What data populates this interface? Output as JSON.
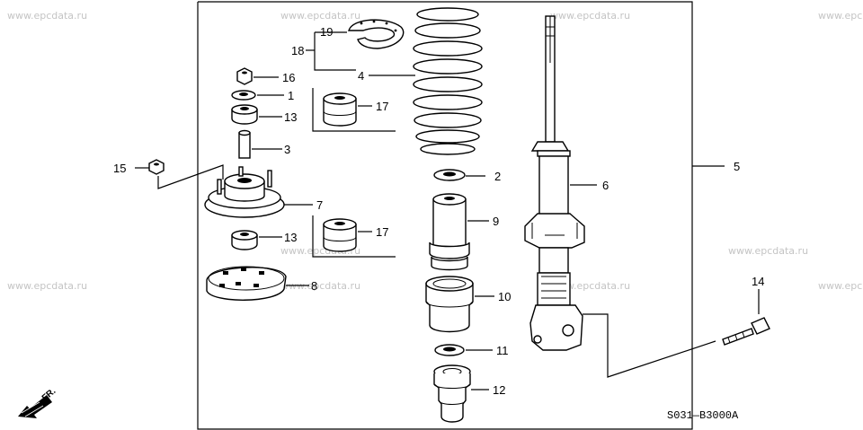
{
  "watermarks": [
    "www.epcdata.ru",
    "www.epcdata.ru",
    "www.epc",
    "www.epcdata.ru",
    "www.epcdata.ru",
    "www.epcdata.ru",
    "www.epcdata.ru",
    "www.epcdata.ru",
    "www.epcdata.ru",
    "www.epc"
  ],
  "callouts": {
    "p1": "1",
    "p2": "2",
    "p3": "3",
    "p4": "4",
    "p5": "5",
    "p6": "6",
    "p7": "7",
    "p8": "8",
    "p9": "9",
    "p10": "10",
    "p11": "11",
    "p12": "12",
    "p13a": "13",
    "p13b": "13",
    "p14": "14",
    "p15": "15",
    "p16": "16",
    "p17a": "17",
    "p17b": "17",
    "p18": "18",
    "p19": "19"
  },
  "diagram_code": "S031—B3000A",
  "direction_label": "FR."
}
